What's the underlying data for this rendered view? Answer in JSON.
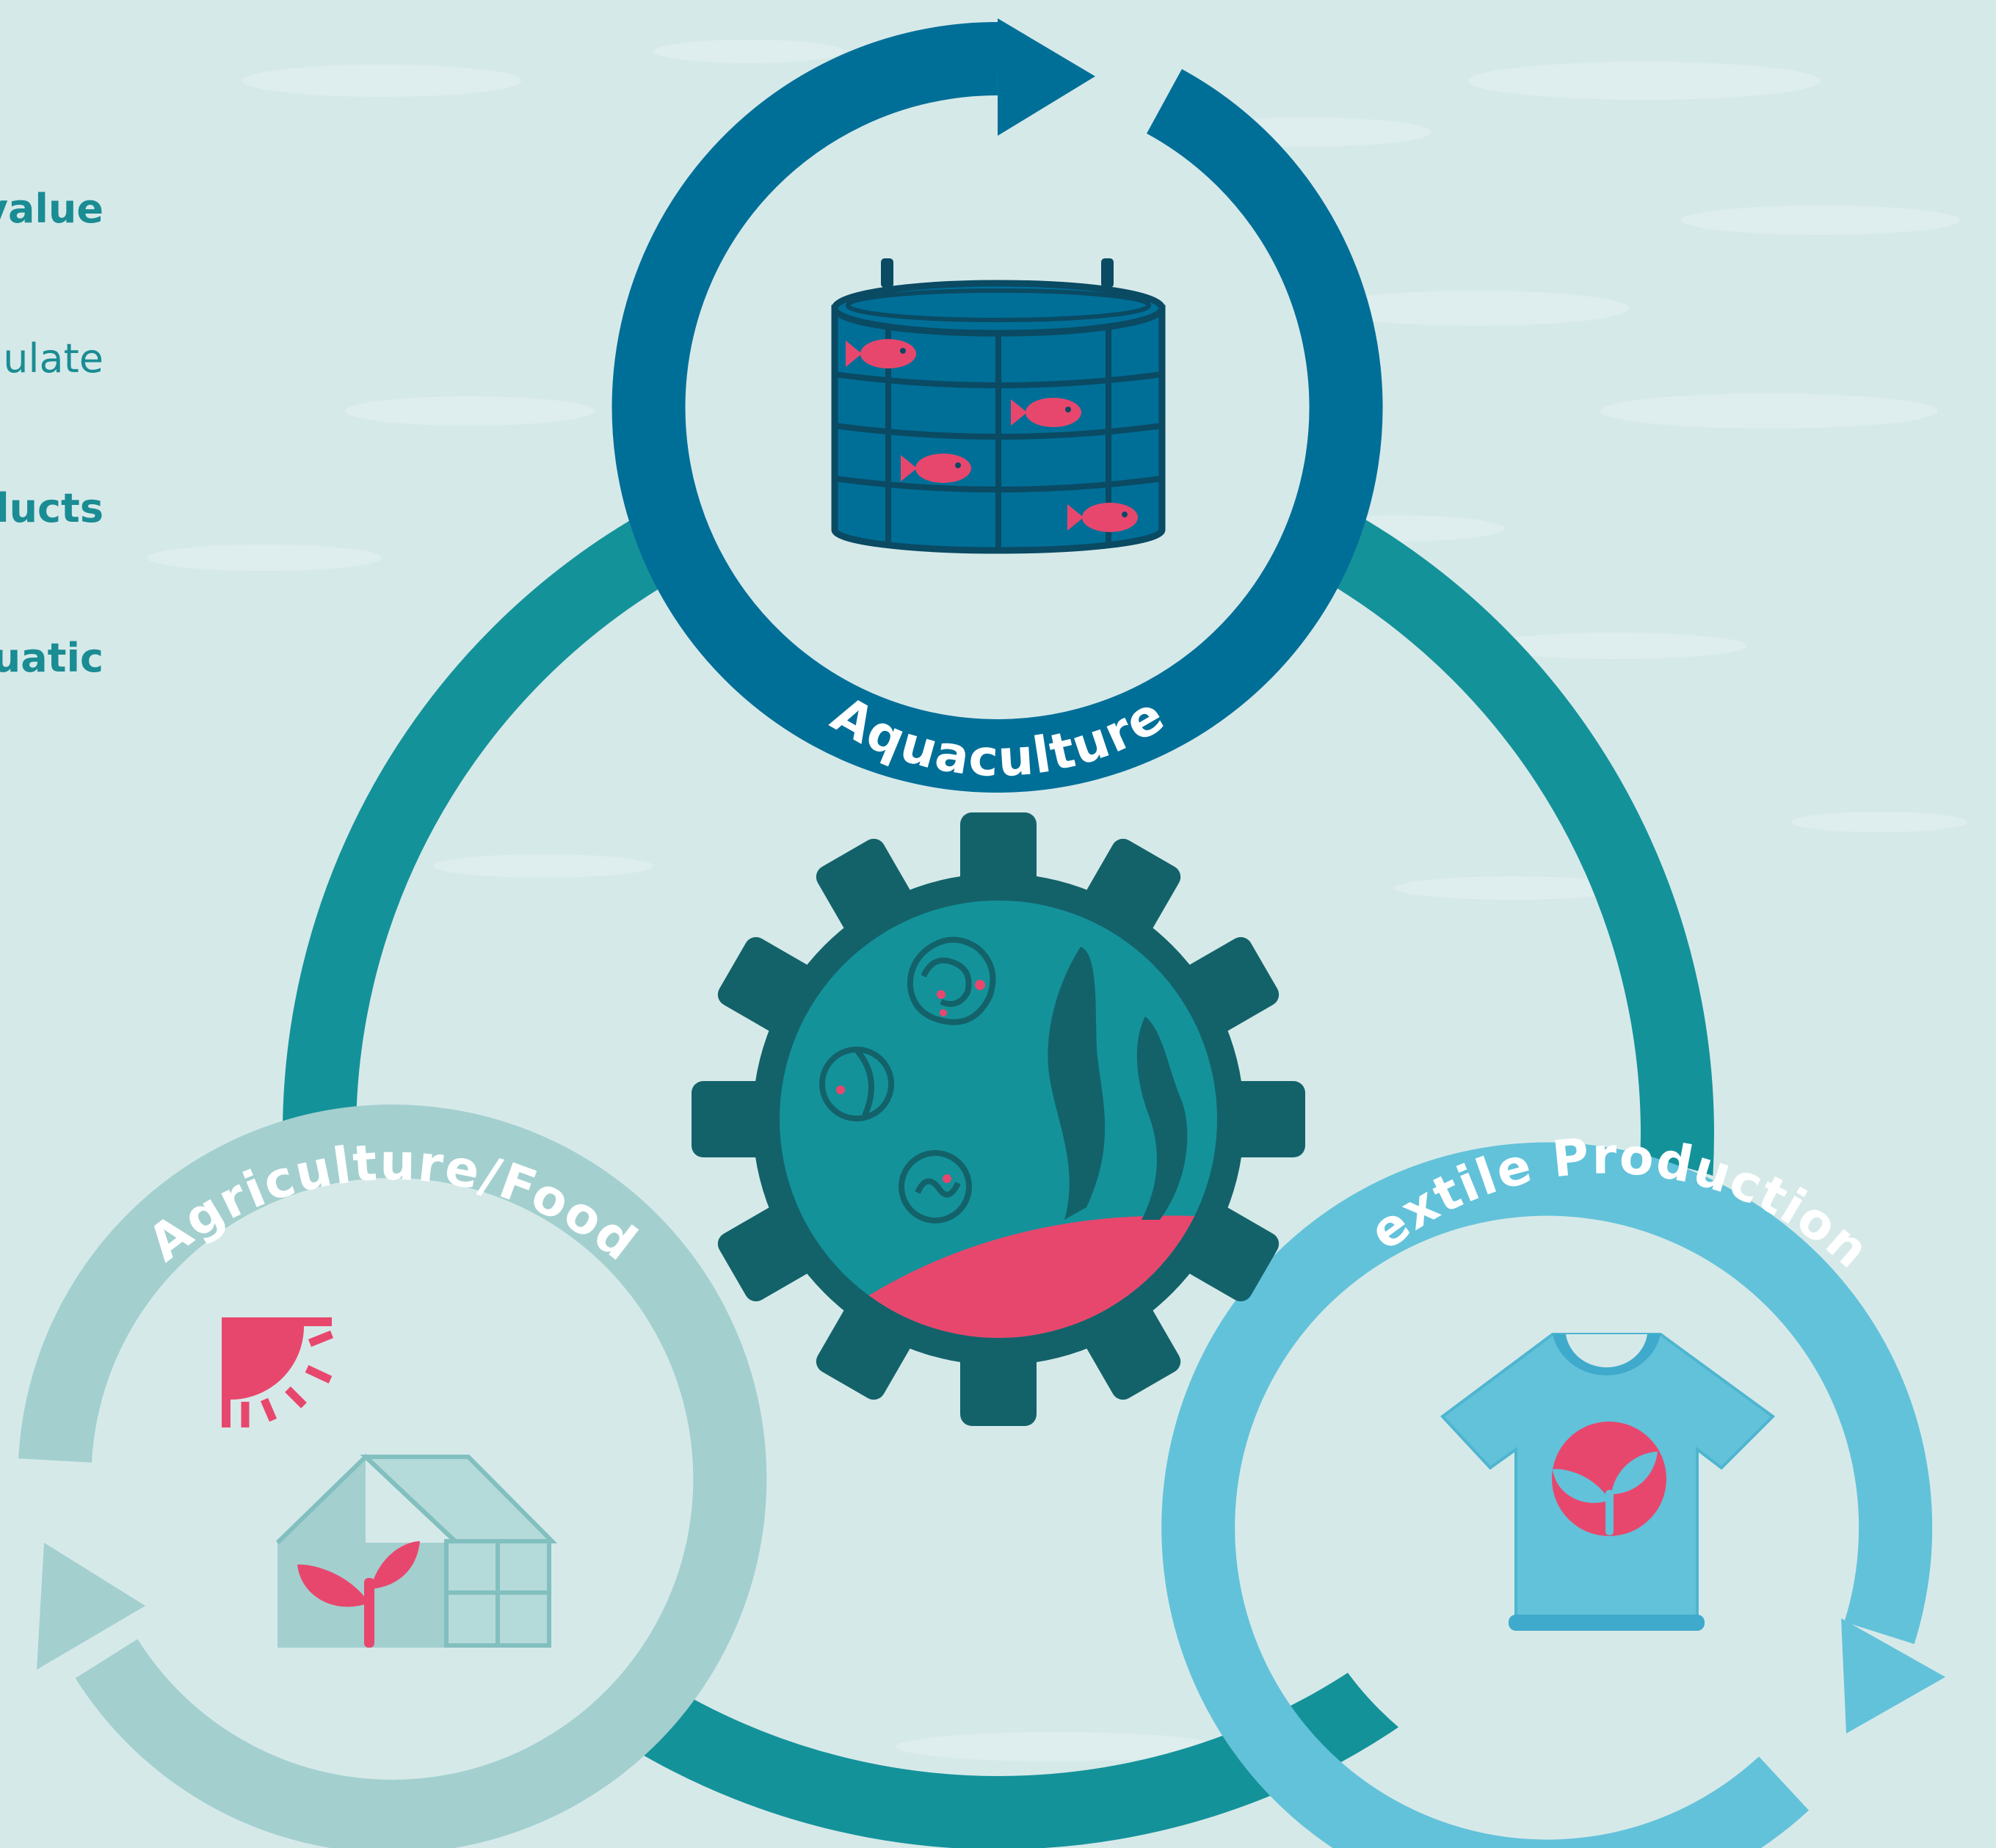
{
  "left_text": {
    "line1": "value",
    "line2": "ulate",
    "line3": "ducts",
    "line4": "uatic"
  },
  "cycles": {
    "aquaculture": "Aquaculture",
    "agriculture": "Agriculture/Food",
    "textile": "Textile Production"
  },
  "colors": {
    "background": "#d6e9e9",
    "teal_ring": "#14929a",
    "aquaculture_blue": "#006f98",
    "agriculture_sage": "#a3cfcf",
    "textile_sky": "#62c2da",
    "gear_dark": "#13626a",
    "accent_pink": "#e8476d"
  },
  "icons": [
    "fish-cage-icon",
    "gear-icon",
    "greenhouse-icon",
    "sun-icon",
    "sprout-icon",
    "tshirt-icon"
  ]
}
